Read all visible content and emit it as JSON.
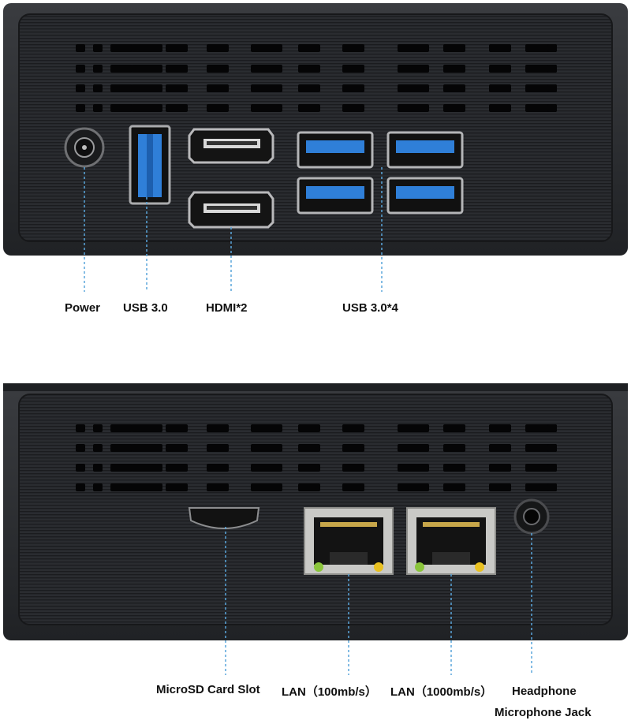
{
  "labels": {
    "front": {
      "power": "Power",
      "usb30": "USB 3.0",
      "hdmi": "HDMI*2",
      "usb30x4": "USB 3.0*4"
    },
    "back": {
      "microsd": "MicroSD Card Slot",
      "lan100": "LAN（100mb/s）",
      "lan1000": "LAN（1000mb/s）",
      "headphone": "Headphone",
      "microphone": "Microphone Jack"
    }
  },
  "colors": {
    "case": "#2b2d31",
    "case_dark": "#1d1f22",
    "usb_blue": "#2f7fd8",
    "port_gray": "#b8b9bb",
    "leader_line": "#5aa6dc",
    "led_green": "#8ac43a",
    "led_yellow": "#e8c020",
    "label_text": "#111111"
  }
}
